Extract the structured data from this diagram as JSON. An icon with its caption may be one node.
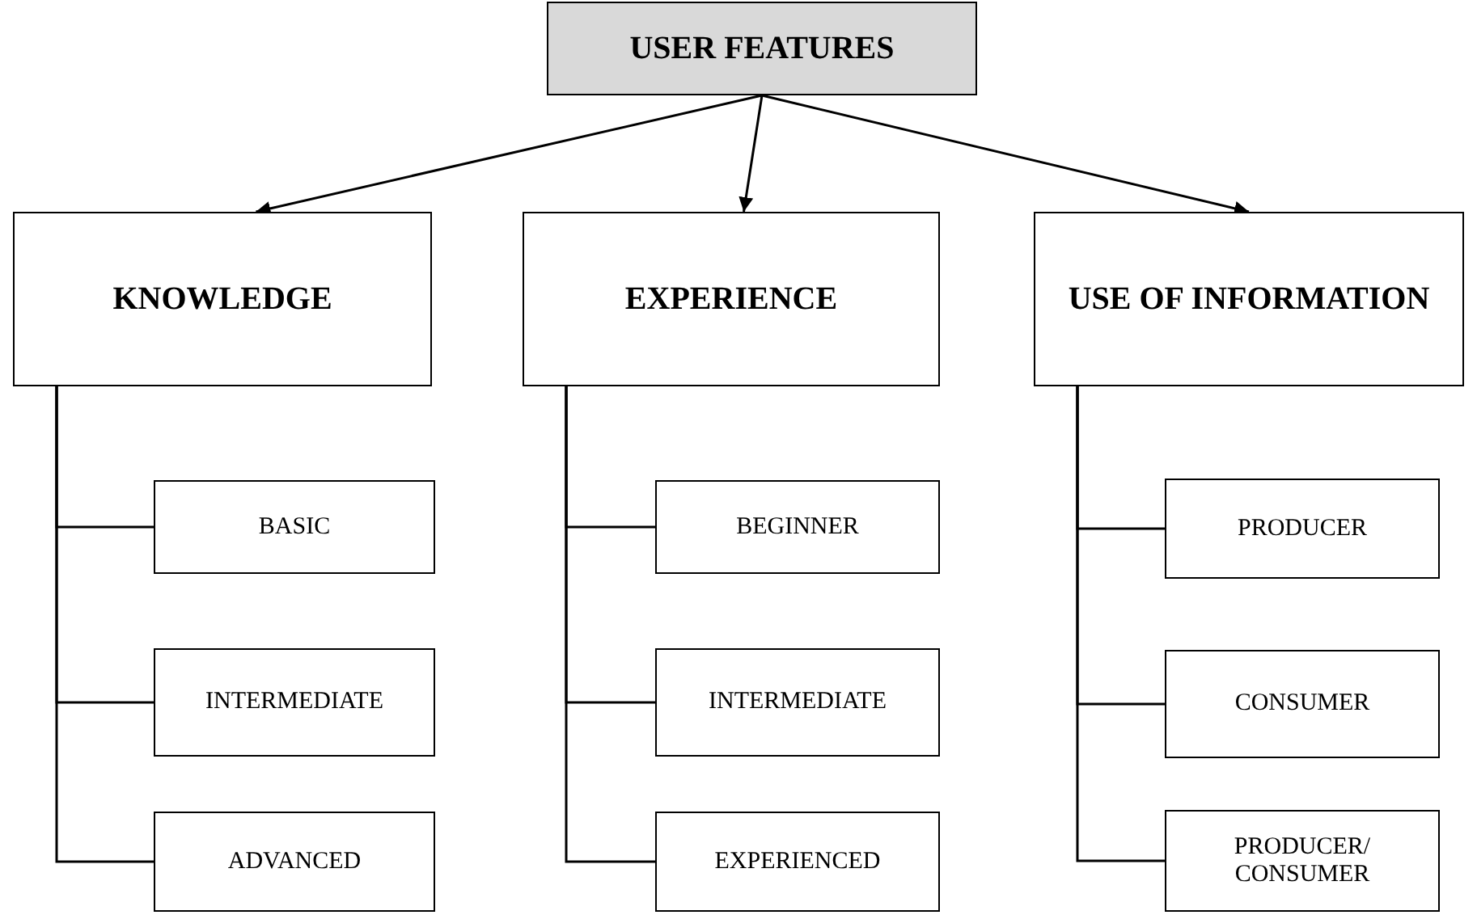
{
  "diagram": {
    "nodes": [
      {
        "text": [
          "USER FEATURES"
        ]
      },
      {
        "text": [
          "KNOWLEDGE"
        ]
      },
      {
        "text": [
          "EXPERIENCE"
        ]
      },
      {
        "text": [
          "USE OF INFORMATION"
        ]
      },
      {
        "text": [
          "BASIC"
        ]
      },
      {
        "text": [
          "INTERMEDIATE"
        ]
      },
      {
        "text": [
          "ADVANCED"
        ]
      },
      {
        "text": [
          "BEGINNER"
        ]
      },
      {
        "text": [
          "INTERMEDIATE"
        ]
      },
      {
        "text": [
          "EXPERIENCED"
        ]
      },
      {
        "text": [
          "PRODUCER"
        ]
      },
      {
        "text": [
          "CONSUMER"
        ]
      },
      {
        "text": [
          "PRODUCER/ CONSUMER"
        ]
      }
    ],
    "edges": [
      {
        "from": 0,
        "to": 1,
        "arrow": "to"
      },
      {
        "from": 0,
        "to": 2,
        "arrow": "to"
      },
      {
        "from": 0,
        "to": 3,
        "arrow": "to"
      },
      {
        "from": 1,
        "to": 4,
        "arrow": "none"
      },
      {
        "from": 1,
        "to": 5,
        "arrow": "none"
      },
      {
        "from": 1,
        "to": 6,
        "arrow": "none"
      },
      {
        "from": 2,
        "to": 7,
        "arrow": "none"
      },
      {
        "from": 2,
        "to": 8,
        "arrow": "none"
      },
      {
        "from": 2,
        "to": 9,
        "arrow": "none"
      },
      {
        "from": 3,
        "to": 10,
        "arrow": "none"
      },
      {
        "from": 3,
        "to": 11,
        "arrow": "none"
      },
      {
        "from": 3,
        "to": 12,
        "arrow": "none"
      }
    ]
  }
}
